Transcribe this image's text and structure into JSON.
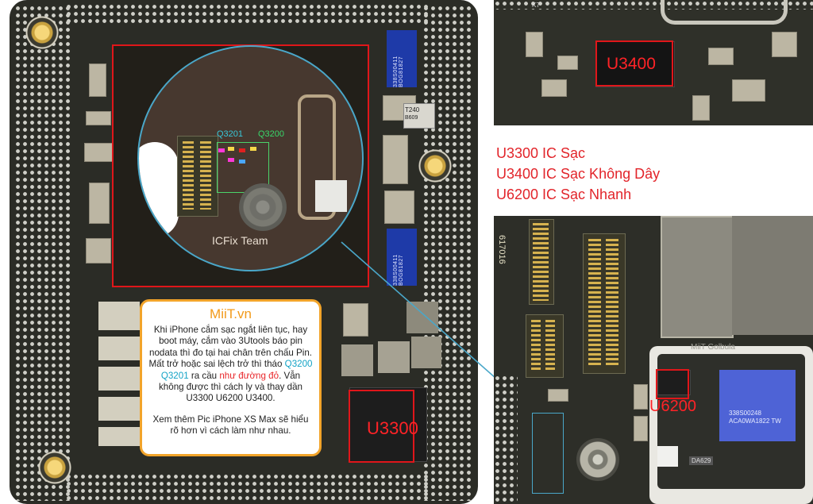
{
  "labels": {
    "u3400": "U3400",
    "u3300": "U3300",
    "u6200": "U6200",
    "q3201": "Q3201",
    "q3200": "Q3200",
    "watermark_team": "ICFix Team",
    "watermark_gold": "MiiT Golbula"
  },
  "legend": [
    "U3300 IC Sạc",
    "U3400 IC Sạc Không Dây",
    "U6200 IC Sạc Nhanh"
  ],
  "callout": {
    "brand": "MiiT.vn",
    "text_1": "Khi iPhone cắm sạc ngắt liên tục, hay boot máy, cắm vào 3Utools báo pin nodata thì đo tại hai chân trên chấu Pin. Mất trở hoặc sai lệch trở thì tháo",
    "q3200": "Q3200",
    "q3201": "Q3201",
    "text_2": "ra cầu",
    "red_phrase": "như đường đỏ",
    "text_3": ". Vẫn không được thì cách ly và thay dần U3300 U6200 U3400.",
    "paragraph_2": "Xem thêm Pic iPhone XS Max sẽ hiểu rõ hơn vì cách làm như nhau."
  },
  "silkscreen": {
    "blue_ic_1": "338S00411 BOG81827",
    "blue_ic_2": "338S00411 BOG81827",
    "t240": "T240",
    "b609": "B609",
    "edge_number": "617016",
    "big_chip": "338S00248 ACA0WA1822 TW",
    "da629": "DA629",
    "k7": "K7"
  },
  "colors": {
    "highlight_red": "#e0161a",
    "brand_orange": "#f29a1a",
    "link_cyan": "#13a3c6",
    "pcb_dark": "#2b2c26"
  }
}
